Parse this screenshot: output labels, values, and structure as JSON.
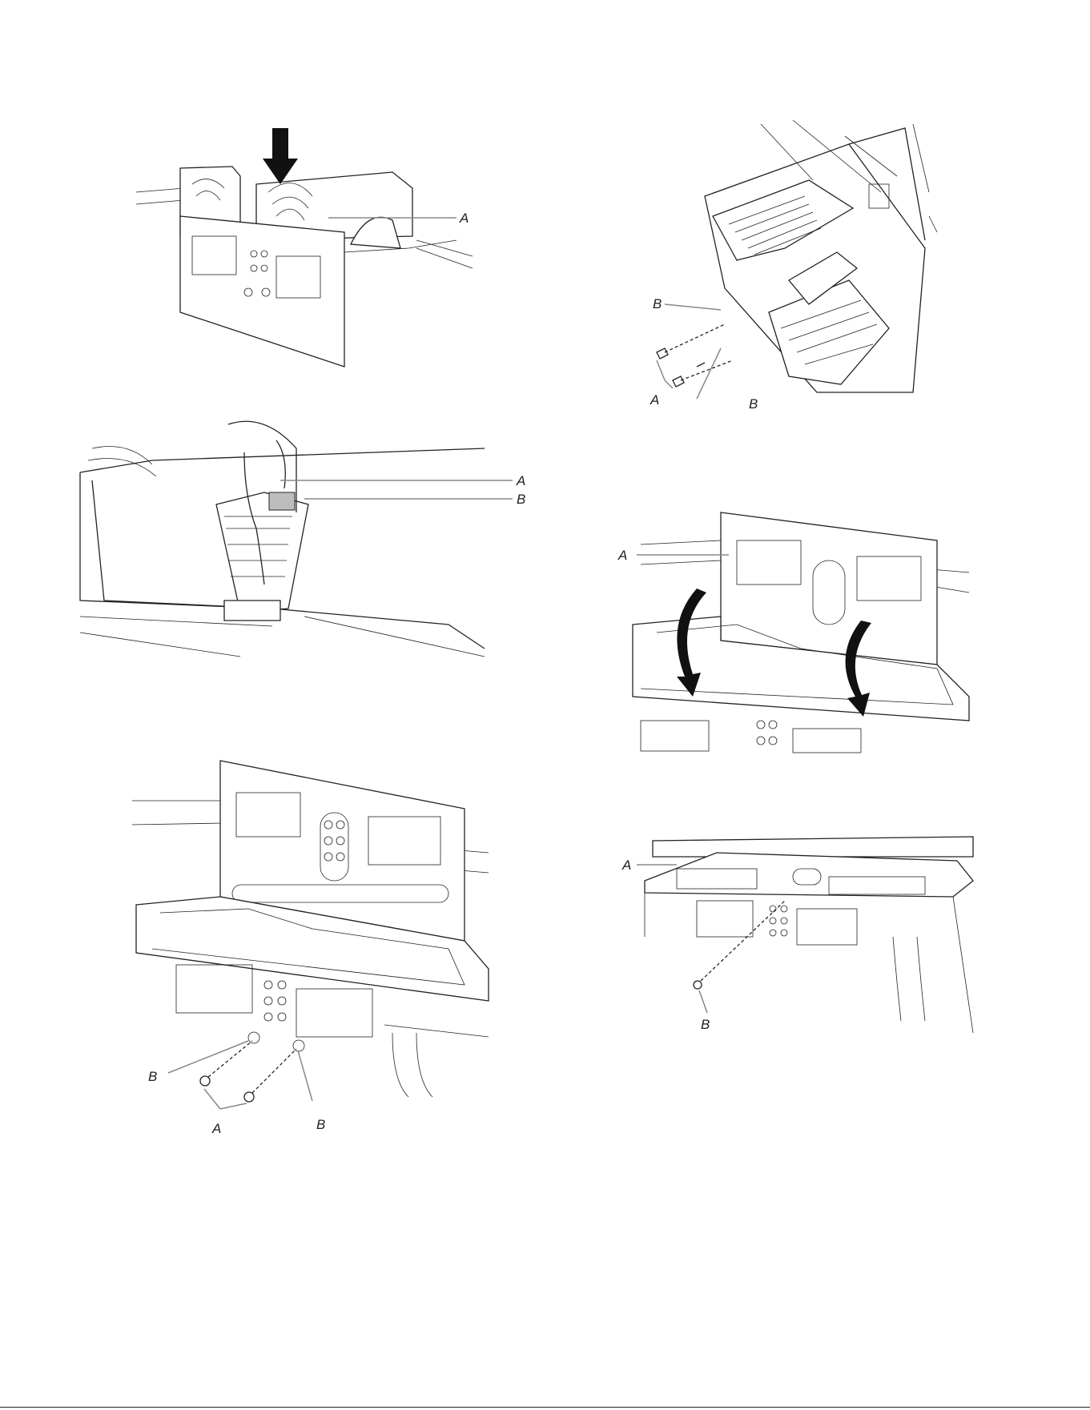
{
  "figures": [
    {
      "id": "fig1",
      "labels": [
        "A"
      ]
    },
    {
      "id": "fig2",
      "labels": [
        "B",
        "A",
        "B"
      ]
    },
    {
      "id": "fig3",
      "labels": [
        "A",
        "B"
      ]
    },
    {
      "id": "fig4",
      "labels": [
        "A"
      ]
    },
    {
      "id": "fig5",
      "labels": [
        "B",
        "A",
        "B"
      ]
    },
    {
      "id": "fig6",
      "labels": [
        "A",
        "B"
      ]
    }
  ]
}
